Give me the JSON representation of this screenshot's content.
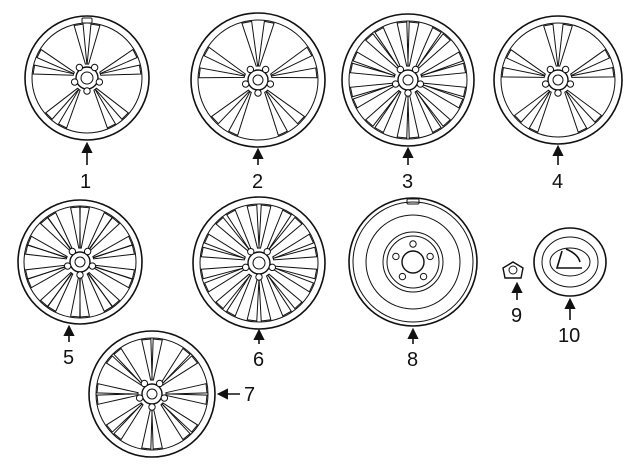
{
  "labels": {
    "p1": "1",
    "p2": "2",
    "p3": "3",
    "p4": "4",
    "p5": "5",
    "p6": "6",
    "p7": "7",
    "p8": "8",
    "p9": "9",
    "p10": "10"
  },
  "line_color": "#111111",
  "background": "#ffffff"
}
